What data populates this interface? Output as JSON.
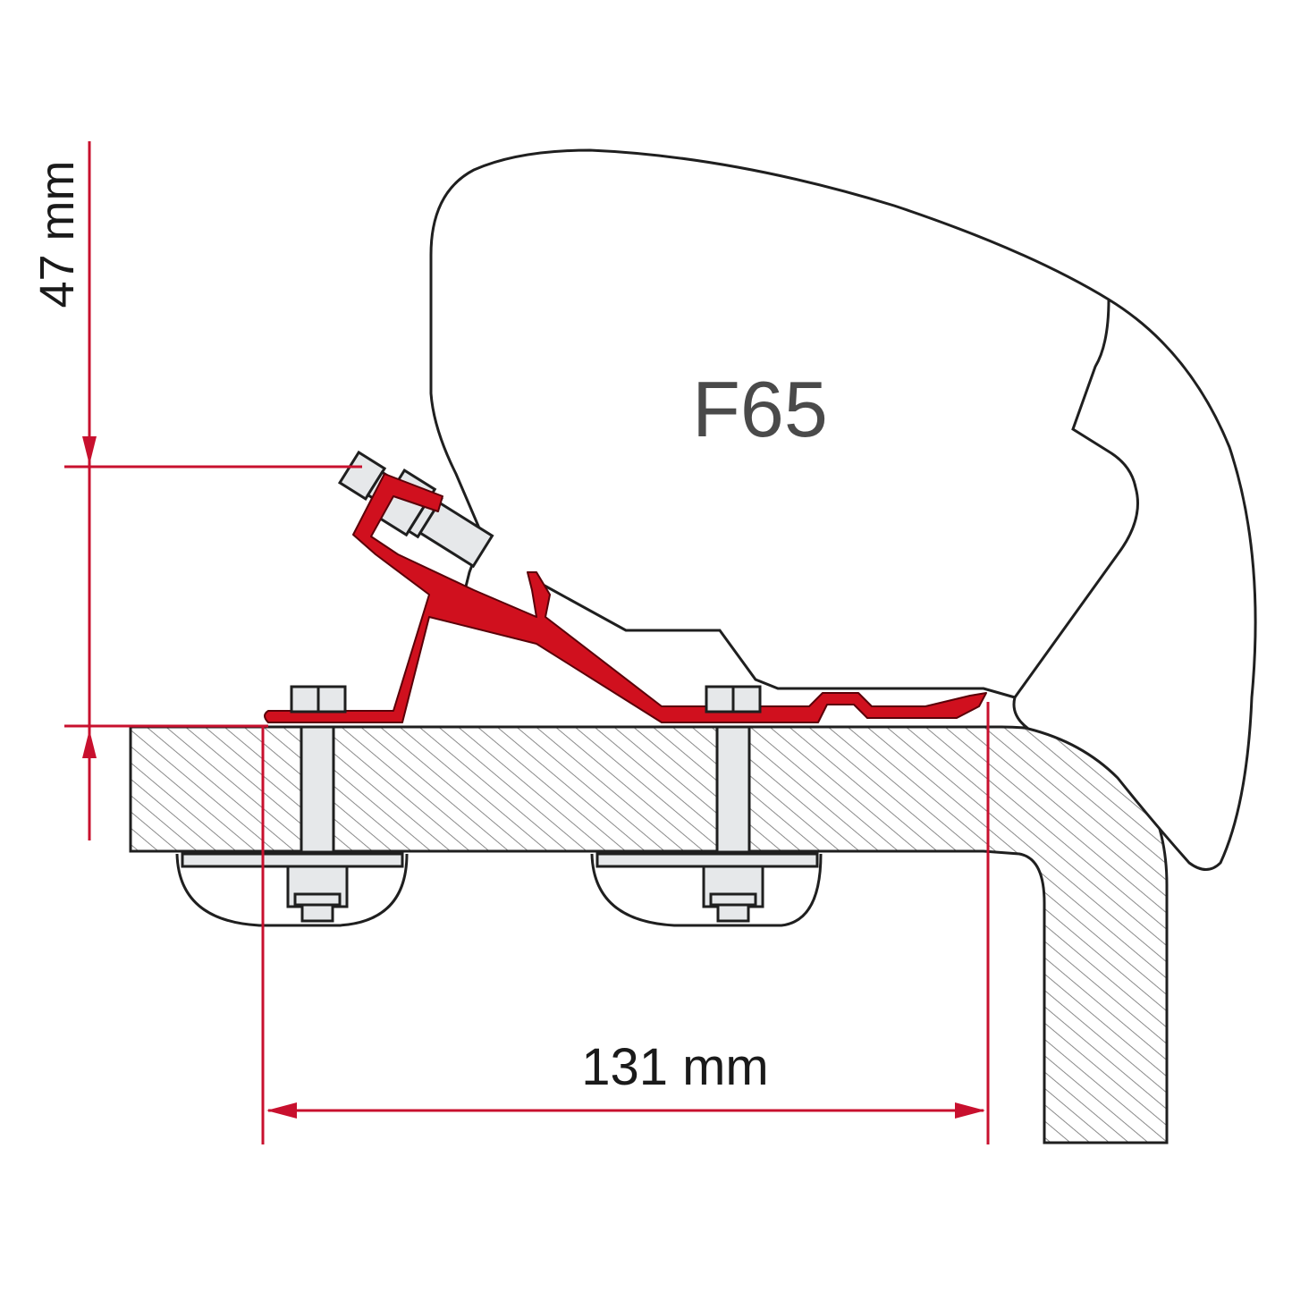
{
  "diagram": {
    "model_label": "F65",
    "dimensions": {
      "height": {
        "label": "47 mm",
        "value": 47,
        "unit": "mm",
        "orientation": "vertical"
      },
      "width": {
        "label": "131 mm",
        "value": 131,
        "unit": "mm",
        "orientation": "horizontal"
      }
    },
    "parts": [
      {
        "id": "awning-housing",
        "description": "F65 awning cassette profile"
      },
      {
        "id": "adapter-bracket",
        "description": "red mounting adapter profile"
      },
      {
        "id": "clamp-bolt",
        "description": "angled clamp bolt with hex head"
      },
      {
        "id": "mount-bolts",
        "description": "two through-bolts with nuts and washer plates"
      },
      {
        "id": "roof-wall-section",
        "description": "hatched roof/wall cross-section"
      }
    ],
    "colors": {
      "bracket": "#d0101e",
      "dimension": "#c8102e",
      "outline": "#1f1f1f",
      "bolt_fill": "#e6e8ea",
      "hatch": "#8a8a8a",
      "text": "#1a1a1a",
      "model_text": "#4a4a4a"
    }
  }
}
